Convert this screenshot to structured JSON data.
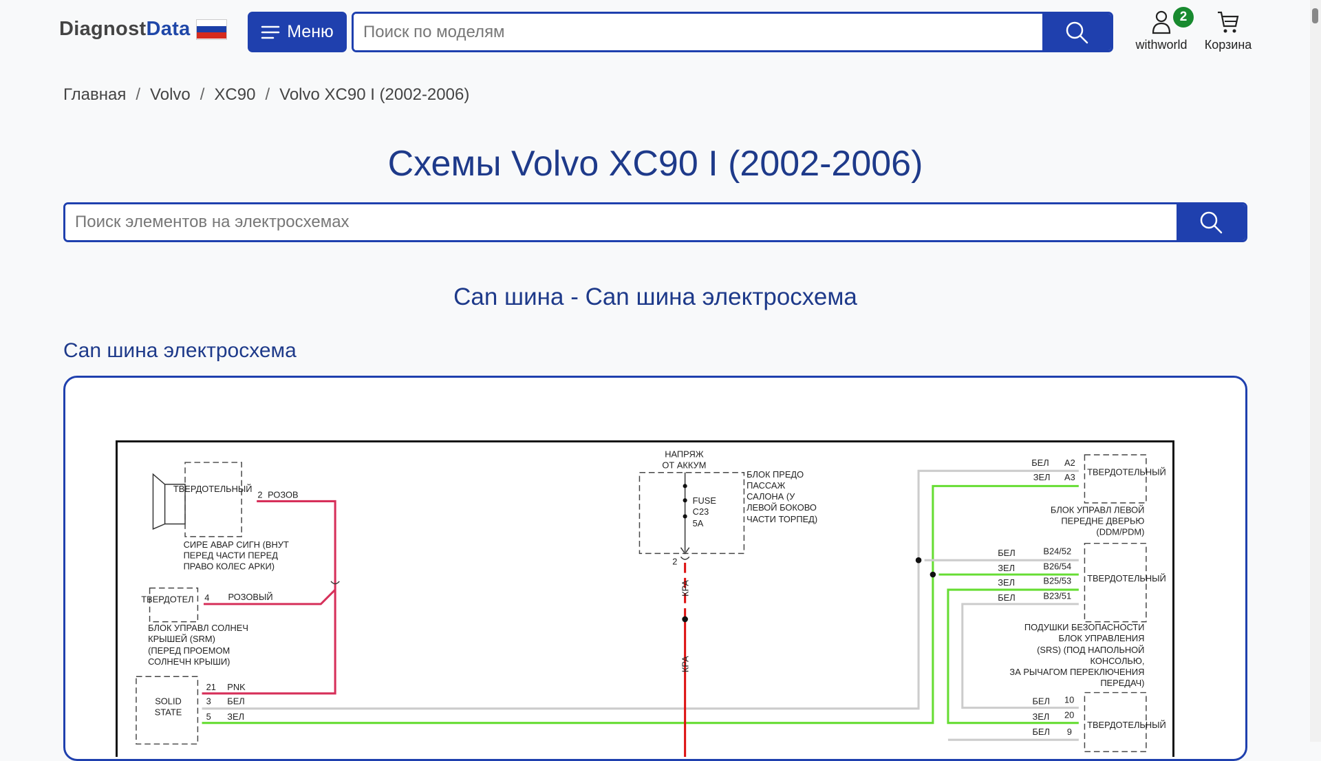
{
  "header": {
    "logo_part1": "Diagnost",
    "logo_part2": "Data",
    "menu_label": "Меню",
    "search_placeholder": "Поиск по моделям",
    "user_label": "withworld",
    "user_badge": "2",
    "cart_label": "Корзина"
  },
  "breadcrumb": [
    "Главная",
    "Volvo",
    "XC90",
    "Volvo XC90 I (2002-2006)"
  ],
  "page_title": "Схемы Volvo XC90 I (2002-2006)",
  "element_search_placeholder": "Поиск элементов на электросхемах",
  "subtitle": "Can шина - Can шина электросхема",
  "section_title": "Can шина электросхема",
  "colors": {
    "accent": "#1f40ae",
    "title": "#1e3a8a",
    "badge": "#188a2f",
    "wire_pink": "#d6305a",
    "wire_green": "#66dd33",
    "wire_grey": "#cccccc",
    "wire_red": "#dd1111"
  },
  "diagram": {
    "siren_unit": "ТВЕРДОТЕЛЬНЫЙ",
    "siren_pin": "2",
    "siren_wire": "РОЗОВ",
    "siren_label": [
      "СИРЕ АВАР СИГН (ВНУТ",
      "ПЕРЕД ЧАСТИ ПЕРЕД",
      "ПРАВО КОЛЕС АРКИ)"
    ],
    "srm_unit": "ТВЕРДОТЕЛ",
    "srm_pin": "4",
    "srm_wire": "РОЗОВЫЙ",
    "srm_label": [
      "БЛОК УПРАВЛ СОЛНЕЧ",
      "КРЫШЕЙ (SRM)",
      "(ПЕРЕД ПРОЕМОМ",
      "СОЛНЕЧН КРЫШИ)"
    ],
    "solid_state": [
      "SOLID",
      "STATE"
    ],
    "ss_pins": [
      {
        "pin": "21",
        "wire": "PNK"
      },
      {
        "pin": "3",
        "wire": "БЕЛ"
      },
      {
        "pin": "5",
        "wire": "ЗЕЛ"
      }
    ],
    "power_label": [
      "НАПРЯЖ",
      "ОТ АККУМ"
    ],
    "fuse": [
      "FUSE",
      "C23",
      "5A"
    ],
    "fuse_box_label": [
      "БЛОК ПРЕДО",
      "ПАССАЖ",
      "САЛОНА (У",
      "ЛЕВОЙ БОКОВО",
      "ЧАСТИ ТОРПЕД)"
    ],
    "fuse_pin": "2",
    "red_wire": "КРА",
    "ddm_unit": "ТВЕРДОТЕЛЬНЫЙ",
    "ddm_pins": [
      {
        "wire": "БЕЛ",
        "pin": "A2"
      },
      {
        "wire": "ЗЕЛ",
        "pin": "A3"
      }
    ],
    "ddm_label": [
      "БЛОК УПРАВЛ ЛЕВОЙ",
      "ПЕРЕДНЕ ДВЕРЬЮ",
      "(DDM/PDM)"
    ],
    "srs_unit": "ТВЕРДОТЕЛЬНЫЙ",
    "srs_pins": [
      {
        "wire": "БЕЛ",
        "pin": "B24/52"
      },
      {
        "wire": "ЗЕЛ",
        "pin": "B26/54"
      },
      {
        "wire": "ЗЕЛ",
        "pin": "B25/53"
      },
      {
        "wire": "БЕЛ",
        "pin": "B23/51"
      }
    ],
    "srs_label": [
      "ПОДУШКИ БЕЗОПАСНОСТИ",
      "БЛОК УПРАВЛЕНИЯ",
      "(SRS) (ПОД НАПОЛЬНОЙ",
      "КОНСОЛЬЮ,",
      "ЗА РЫЧАГОМ ПЕРЕКЛЮЧЕНИЯ",
      "ПЕРЕДАЧ)"
    ],
    "bottom_unit": "ТВЕРДОТЕЛЬНЫЙ",
    "bottom_pins": [
      {
        "wire": "БЕЛ",
        "pin": "10"
      },
      {
        "wire": "ЗЕЛ",
        "pin": "20"
      },
      {
        "wire": "БЕЛ",
        "pin": "9"
      }
    ]
  }
}
